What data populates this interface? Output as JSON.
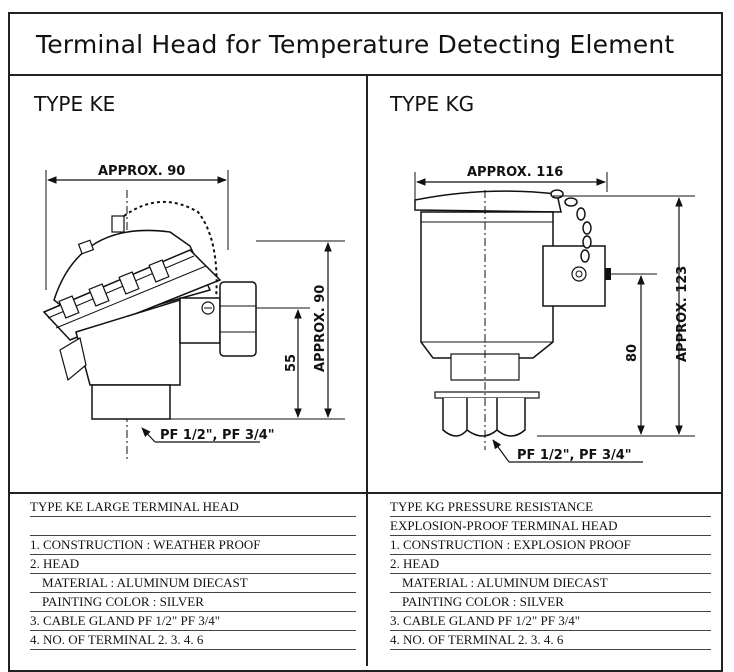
{
  "title": "Terminal Head for Temperature Detecting Element",
  "left": {
    "type": "TYPE KE",
    "dims": {
      "width": "APPROX. 90",
      "height": "APPROX. 90",
      "inner": "55",
      "thread": "PF 1/2\", PF 3/4\""
    },
    "specs": [
      "TYPE KE LARGE TERMINAL HEAD",
      "",
      "1. CONSTRUCTION : WEATHER PROOF",
      "2. HEAD",
      "MATERIAL : ALUMINUM DIECAST",
      "PAINTING COLOR : SILVER",
      "3. CABLE GLAND PF 1/2\"  PF 3/4\"",
      "4. NO. OF TERMINAL  2. 3. 4. 6"
    ]
  },
  "right": {
    "type": "TYPE KG",
    "dims": {
      "width": "APPROX. 116",
      "height": "APPROX. 123",
      "inner": "80",
      "thread": "PF 1/2\", PF 3/4\""
    },
    "specs": [
      "TYPE KG PRESSURE RESISTANCE",
      "EXPLOSION-PROOF TERMINAL HEAD",
      "1. CONSTRUCTION : EXPLOSION PROOF",
      "2. HEAD",
      "MATERIAL : ALUMINUM DIECAST",
      "PAINTING COLOR : SILVER",
      "3. CABLE GLAND PF 1/2\"  PF 3/4\"",
      "4. NO. OF TERMINAL  2. 3. 4. 6"
    ]
  }
}
